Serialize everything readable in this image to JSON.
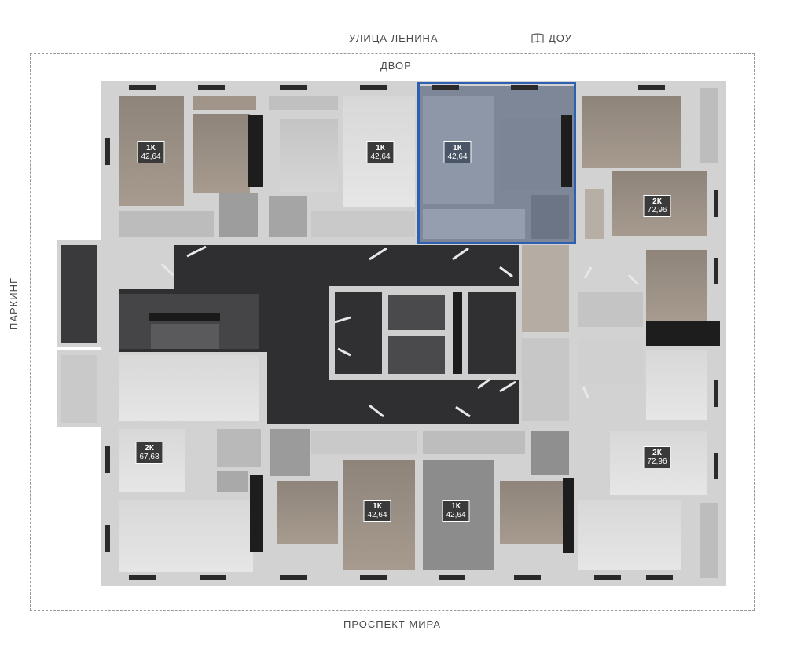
{
  "labels": {
    "street_top": "УЛИЦА ЛЕНИНА",
    "kindergarten": "ДОУ",
    "yard": "ДВОР",
    "parking": "ПАРКИНГ",
    "street_bottom": "ПРОСПЕКТ МИРА"
  },
  "apartments": [
    {
      "id": "a1",
      "type": "1К",
      "area": "42,64"
    },
    {
      "id": "a2",
      "type": "1К",
      "area": "42,64"
    },
    {
      "id": "a3",
      "type": "1К",
      "area": "42,64",
      "selected": true
    },
    {
      "id": "a4",
      "type": "2К",
      "area": "72,96"
    },
    {
      "id": "a5",
      "type": "2К",
      "area": "67,68"
    },
    {
      "id": "a6",
      "type": "2К",
      "area": "72,96"
    },
    {
      "id": "a7",
      "type": "1К",
      "area": "42,64"
    },
    {
      "id": "a8",
      "type": "1К",
      "area": "42,64"
    }
  ],
  "colors": {
    "selected_outline": "#2e5fb0",
    "corridor": "#2f2f31",
    "wall": "#cfcfcf",
    "floor_beige": "#9a8f84",
    "floor_grey": "#b9b9b9"
  }
}
